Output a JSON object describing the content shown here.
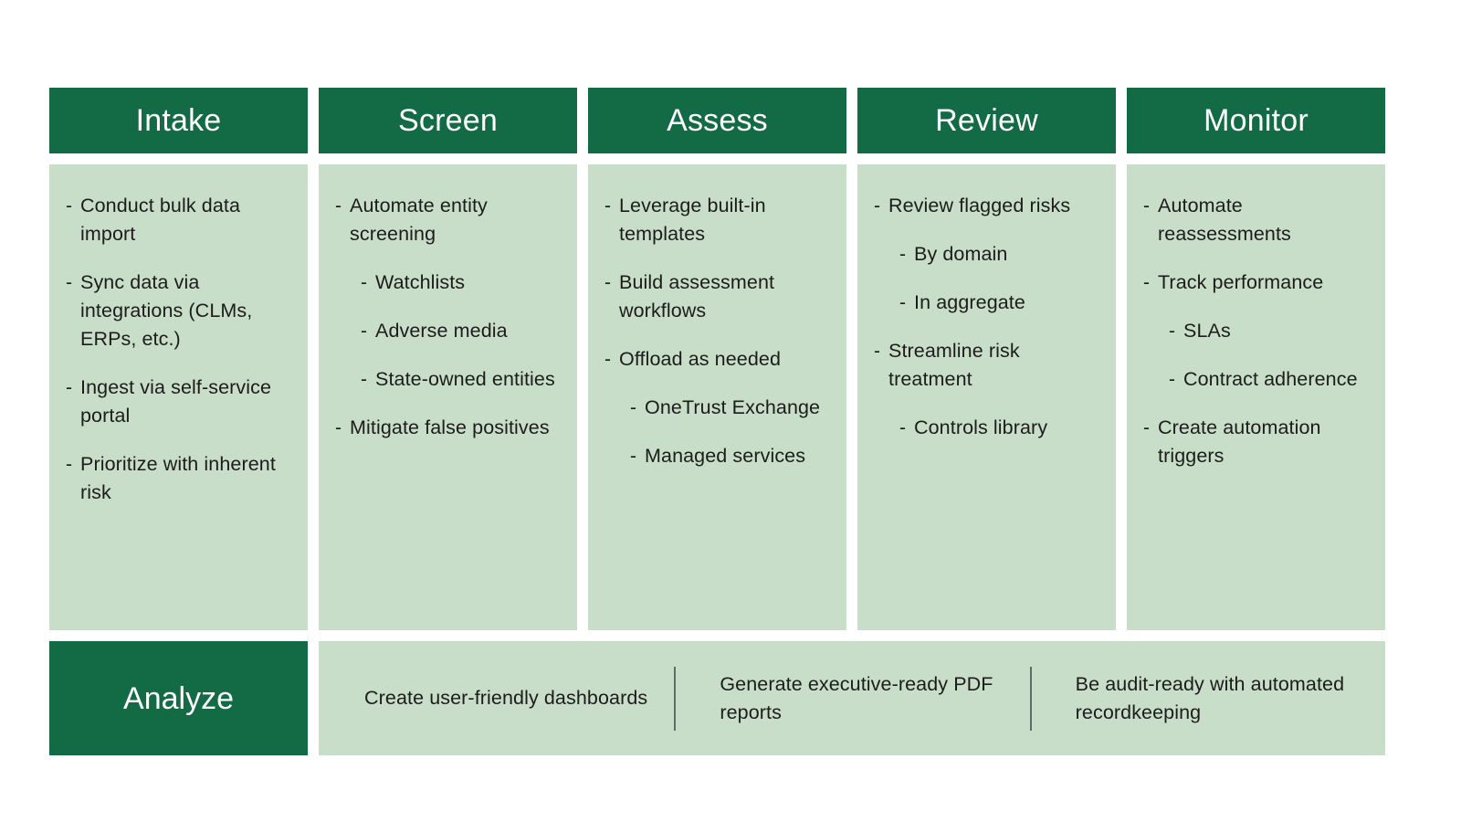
{
  "colors": {
    "header_green": "#136B45",
    "panel_green": "#C8DEC8",
    "header_text": "#FFFFFF",
    "body_text": "#1C1C1C",
    "divider": "#5D6D62",
    "page_background": "#FFFFFF"
  },
  "stages": [
    {
      "title": "Intake",
      "bullets": [
        {
          "level": 1,
          "text": "Conduct bulk data import"
        },
        {
          "level": 1,
          "text": "Sync data via integrations (CLMs, ERPs, etc.)"
        },
        {
          "level": 1,
          "text": "Ingest via self-service portal"
        },
        {
          "level": 1,
          "text": "Prioritize with inherent risk"
        }
      ]
    },
    {
      "title": "Screen",
      "bullets": [
        {
          "level": 1,
          "text": "Automate entity screening"
        },
        {
          "level": 2,
          "text": "Watchlists"
        },
        {
          "level": 2,
          "text": "Adverse media"
        },
        {
          "level": 2,
          "text": "State-owned entities"
        },
        {
          "level": 1,
          "text": "Mitigate false positives"
        }
      ]
    },
    {
      "title": "Assess",
      "bullets": [
        {
          "level": 1,
          "text": "Leverage built-in templates"
        },
        {
          "level": 1,
          "text": "Build assessment workflows"
        },
        {
          "level": 1,
          "text": "Offload as needed"
        },
        {
          "level": 2,
          "text": "OneTrust Exchange"
        },
        {
          "level": 2,
          "text": "Managed services"
        }
      ]
    },
    {
      "title": "Review",
      "bullets": [
        {
          "level": 1,
          "text": "Review flagged risks"
        },
        {
          "level": 2,
          "text": "By domain"
        },
        {
          "level": 2,
          "text": "In aggregate"
        },
        {
          "level": 1,
          "text": "Streamline risk treatment"
        },
        {
          "level": 2,
          "text": "Controls library"
        }
      ]
    },
    {
      "title": "Monitor",
      "bullets": [
        {
          "level": 1,
          "text": "Automate reassessments"
        },
        {
          "level": 1,
          "text": "Track performance"
        },
        {
          "level": 2,
          "text": "SLAs"
        },
        {
          "level": 2,
          "text": "Contract adherence"
        },
        {
          "level": 1,
          "text": "Create automation triggers"
        }
      ]
    }
  ],
  "bullet_marker": "-",
  "analyze": {
    "title": "Analyze",
    "items": [
      "Create user-friendly dashboards",
      "Generate executive-ready PDF reports",
      "Be audit-ready with automated recordkeeping"
    ]
  }
}
